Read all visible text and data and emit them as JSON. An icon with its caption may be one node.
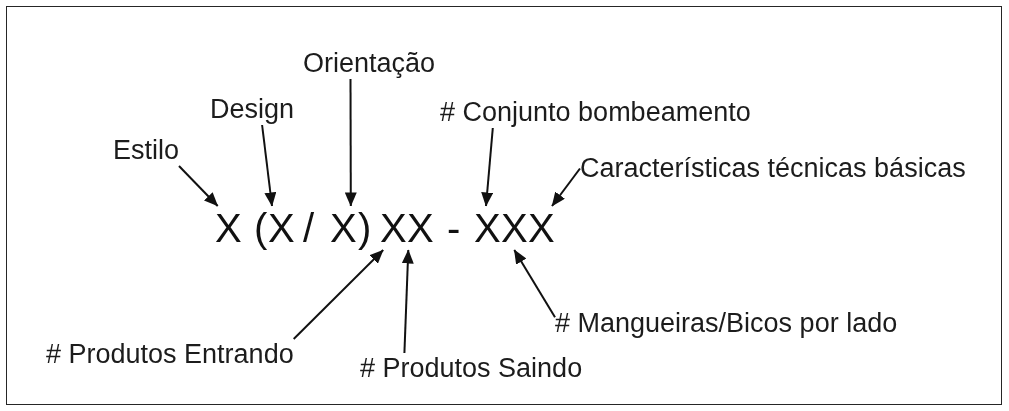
{
  "diagram": {
    "nodes": [
      {
        "text": [
          "Orientação"
        ]
      },
      {
        "text": [
          "Design"
        ]
      },
      {
        "text": [
          "# Conjunto bombeamento"
        ]
      },
      {
        "text": [
          "Estilo"
        ]
      },
      {
        "text": [
          "Características técnicas básicas"
        ]
      },
      {
        "text": [
          "X"
        ]
      },
      {
        "text": [
          "X"
        ]
      },
      {
        "text": [
          "X"
        ]
      },
      {
        "text": [
          "X"
        ]
      },
      {
        "text": [
          "X"
        ]
      },
      {
        "text": [
          "X"
        ]
      },
      {
        "text": [
          "X"
        ]
      },
      {
        "text": [
          "X"
        ]
      },
      {
        "text": [
          "# Mangueiras/Bicos por lado"
        ]
      },
      {
        "text": [
          "# Produtos Entrando"
        ]
      },
      {
        "text": [
          "# Produtos Saindo"
        ]
      }
    ],
    "edges": [
      {
        "from": 3,
        "to": 5,
        "arrow": "to"
      },
      {
        "from": 1,
        "to": 6,
        "arrow": "to"
      },
      {
        "from": 0,
        "to": 7,
        "arrow": "to"
      },
      {
        "from": 14,
        "to": 8,
        "arrow": "to"
      },
      {
        "from": 15,
        "to": 9,
        "arrow": "to"
      },
      {
        "from": 2,
        "to": 10,
        "arrow": "to"
      },
      {
        "from": 13,
        "to": 11,
        "arrow": "to"
      },
      {
        "from": 4,
        "to": 12,
        "arrow": "to"
      }
    ],
    "labels": [
      "(",
      "/",
      ")",
      "-"
    ]
  }
}
